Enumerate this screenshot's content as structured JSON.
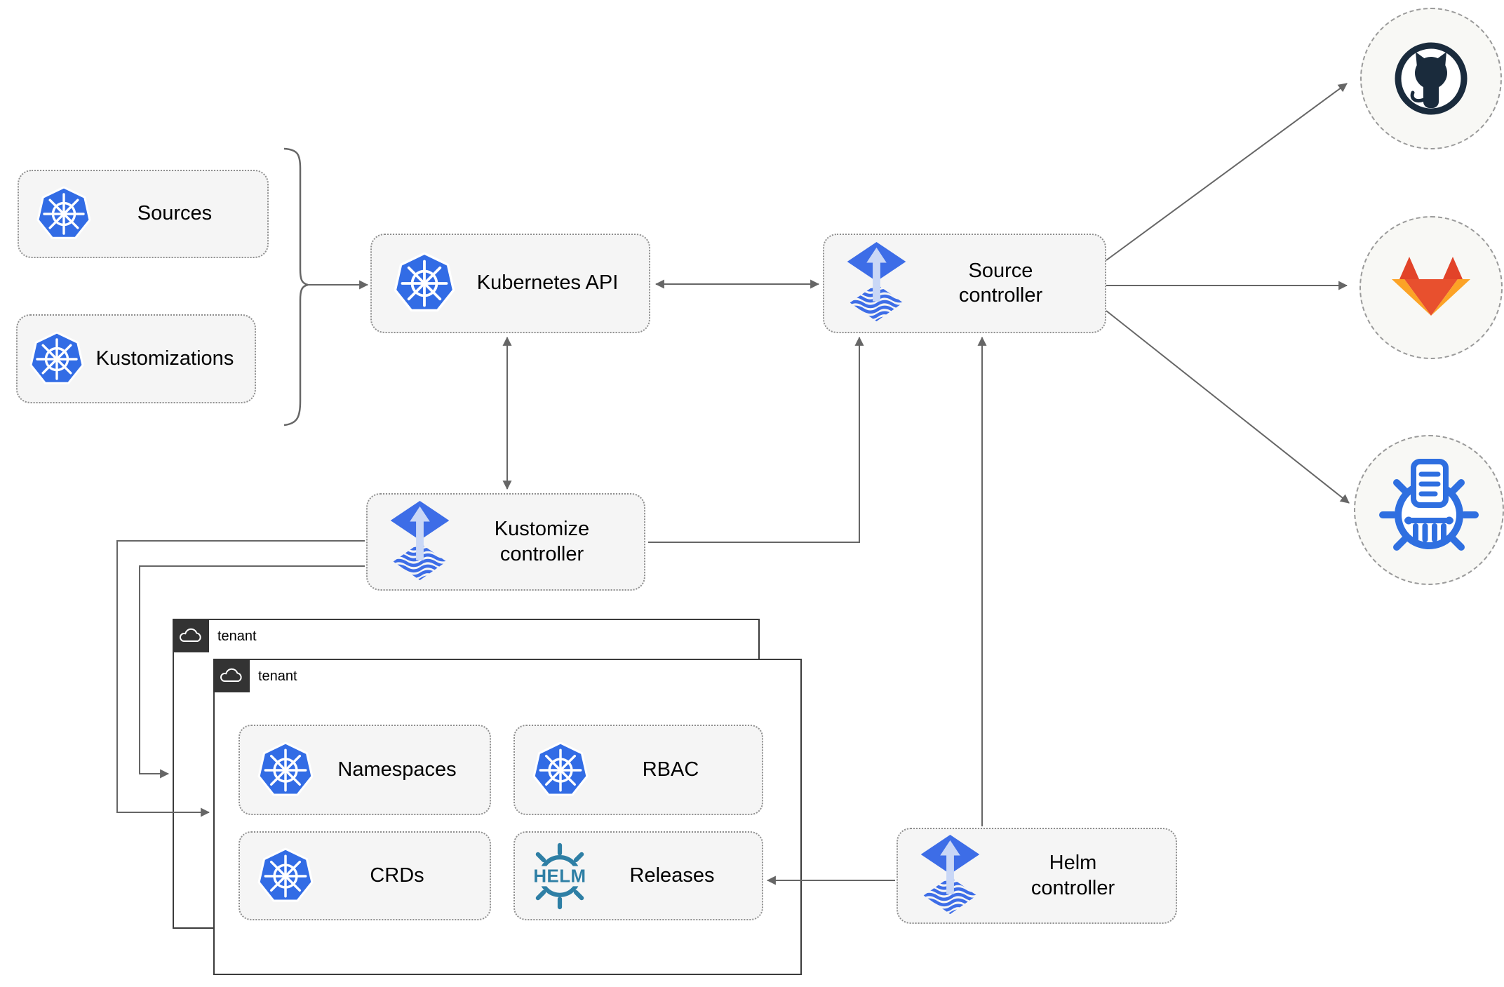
{
  "nodes": {
    "sources": "Sources",
    "kustomizations": "Kustomizations",
    "kubernetes_api": "Kubernetes API",
    "source_controller": "Source\ncontroller",
    "kustomize_controller": "Kustomize\ncontroller",
    "helm_controller": "Helm\ncontroller",
    "namespaces": "Namespaces",
    "rbac": "RBAC",
    "crds": "CRDs",
    "releases": "Releases"
  },
  "tenants": {
    "back": "tenant",
    "front": "tenant"
  },
  "helm_logo_text": "HELM",
  "icons": {
    "kubernetes": "kubernetes-icon",
    "flux": "flux-icon",
    "helm": "helm-icon",
    "cloud": "cloud-icon",
    "github": "github-icon",
    "gitlab": "gitlab-icon",
    "helm_repository": "helm-repository-icon"
  },
  "colors": {
    "kubernetes_blue": "#326ce5",
    "flux_blue": "#3d6de7",
    "flux_arrow_light": "#c9d7f6",
    "helm_teal": "#2e7fa5",
    "github_dark": "#1a2b3c",
    "gitlab_red": "#e24329",
    "gitlab_orange": "#e8502e",
    "gitlab_amber": "#fca326",
    "chartmuseum_blue": "#2f6fe0",
    "connector_gray": "#666666",
    "node_fill": "#f5f5f5",
    "node_border": "#8f8f8f",
    "tenant_border": "#3b3b3b",
    "tenant_header_bg": "#333333",
    "circle_fill": "#f8f8f5",
    "circle_border": "#9a9a9a"
  }
}
